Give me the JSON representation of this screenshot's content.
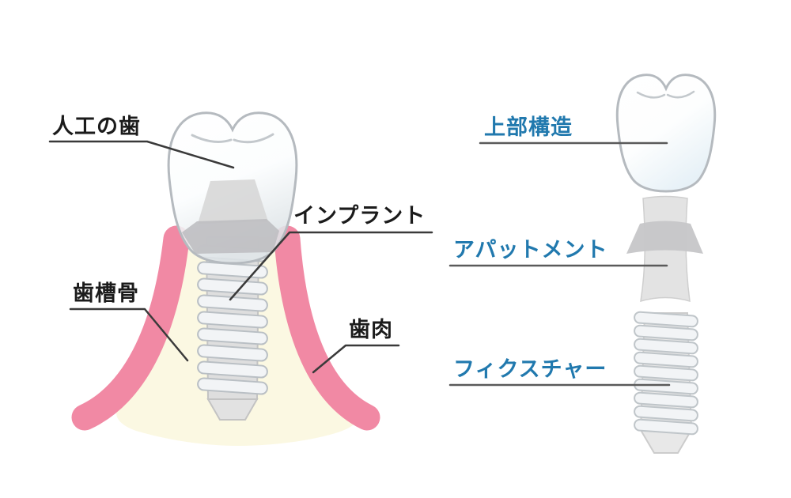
{
  "diagram": {
    "title": "dental implant structure diagram",
    "left_labels": {
      "artificial_tooth": "人工の歯",
      "implant": "インプラント",
      "alveolar_bone": "歯槽骨",
      "gum": "歯肉"
    },
    "right_labels": {
      "superstructure": "上部構造",
      "abutment": "アパットメント",
      "fixture": "フィクスチャー"
    },
    "illustrations": [
      "implanted-tooth-cross-section",
      "exploded-implant-parts"
    ],
    "colors": {
      "label_text": "#1b1b1b",
      "accent_blue": "#2179ae",
      "gum_pink": "#f189a4",
      "bone_cream": "#fbf8e2",
      "metal_gray": "#d9d9d9",
      "thread_fill": "#f2f4f6",
      "outline_gray": "#b5babf",
      "leader_line_left": "#3a3a3a",
      "leader_line_right": "#5a5a5a"
    }
  }
}
